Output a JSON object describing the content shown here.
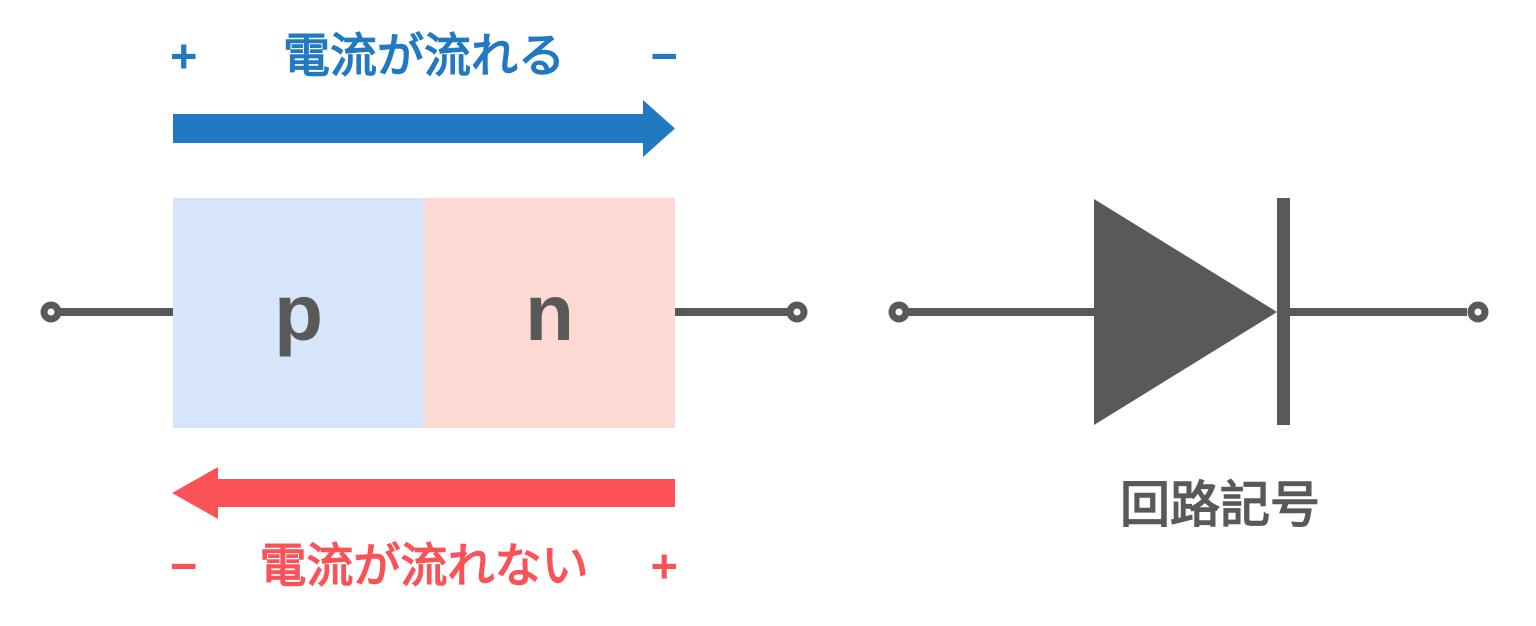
{
  "colors": {
    "blue": "#2179c1",
    "red": "#fb5257",
    "dark_gray": "#595959",
    "p_region_fill": "#d7e5fb",
    "n_region_fill": "#fed9d3"
  },
  "forward_bias": {
    "plus_sign": "+",
    "label": "電流が流れる",
    "minus_sign": "−",
    "arrow_direction": "right",
    "arrow_color": "#2179c1"
  },
  "reverse_bias": {
    "minus_sign": "−",
    "label": "電流が流れない",
    "plus_sign": "+",
    "arrow_direction": "left",
    "arrow_color": "#fb5257"
  },
  "pn_junction": {
    "p_label": "p",
    "n_label": "n"
  },
  "circuit_symbol": {
    "caption": "回路記号"
  }
}
